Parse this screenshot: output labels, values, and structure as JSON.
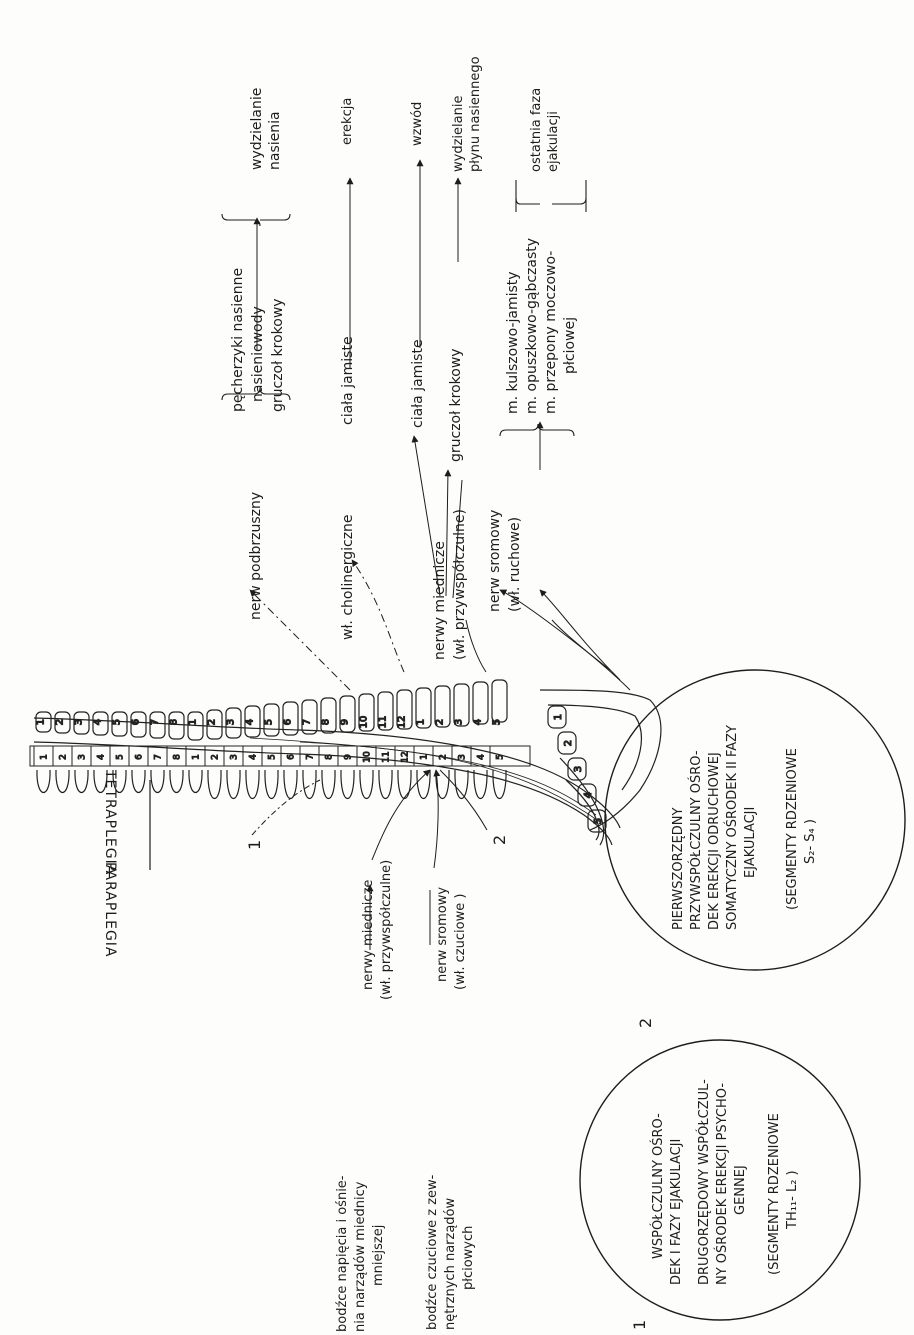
{
  "spine_labels": {
    "tetraplegia": "TETRAPLEGIA",
    "paraplegia": "PARAPLEGIA",
    "cervical_numbers": [
      "1",
      "2",
      "3",
      "4",
      "5",
      "6",
      "7",
      "8"
    ],
    "thoracic_numbers": [
      "1",
      "2",
      "3",
      "4",
      "5",
      "6",
      "7",
      "8",
      "9",
      "10",
      "11",
      "12"
    ],
    "lumbar_numbers": [
      "1",
      "2",
      "3",
      "4",
      "5"
    ],
    "sacral_numbers": [
      "1",
      "2",
      "3",
      "4",
      "5"
    ]
  },
  "callouts": {
    "one": "1",
    "two": "2"
  },
  "efferent": {
    "n_hypogastric": "nerw podbrzuszny",
    "hypogastric_targets": [
      "pęcherzyki nasienne",
      "nasieniowody",
      "gruczoł krokowy"
    ],
    "emission": [
      "wydzielanie",
      "nasienia"
    ],
    "cholinergic": "wł. cholinergiczne",
    "cholinergic_target": "ciała jamiste",
    "erection": "erekcja",
    "pelvic": [
      "nerwy miednicze",
      "(wł. przywspółczulne)"
    ],
    "pelvic_target1": "ciała jamiste",
    "pelvic_effect1": "wzwód",
    "pelvic_target2": "gruczoł krokowy",
    "pelvic_effect2": [
      "wydzielanie",
      "płynu nasiennego"
    ],
    "pudendal": [
      "nerw sromowy",
      "(wł. ruchowe)"
    ],
    "pudendal_targets": [
      "m. kulszowo-jamisty",
      "m. opuszkowo-gąbczasty",
      "m. przepony moczowo-",
      "płciowej"
    ],
    "final_phase": [
      "ostatnia faza",
      "ejakulacji"
    ]
  },
  "afferent": {
    "pelvic_stim": [
      "bodźce napięcia i ośnie-",
      "nia narządów miednicy",
      "mniejszej"
    ],
    "pelvic_nerves": [
      "nerwy miednicze",
      "(wł. przywspółczulne)"
    ],
    "external_stim": [
      "bodźce czuciowe z zew-",
      "nętrznych narządów",
      "płciowych"
    ],
    "pudendal_sensory": [
      "nerw sromowy",
      "(wł. czuciowe )"
    ]
  },
  "center_1": {
    "number": "1",
    "lines": [
      "WSPÓŁCZULNY OŚRO-",
      "DEK I FAZY EJAKULACJI",
      "DRUGORZĘDOWY WSPÓŁCZUL-",
      "NY OŚRODEK EREKCJI PSYCHO-",
      "GENNEJ",
      "(SEGMENTY RDZENIOWE",
      "TH₁₁- L₂ )"
    ]
  },
  "center_2": {
    "number": "2",
    "lines": [
      "PIERWSZORZĘDNY",
      "PRZYWSPÓŁCZULNY OŚRO-",
      "DEK EREKCJI ODRUCHOWEJ",
      "SOMATYCZNY OŚRODEK II FAZY",
      "EJAKULACJI",
      "(SEGMENTY RDZENIOWE",
      "S₂- S₄ )"
    ]
  }
}
